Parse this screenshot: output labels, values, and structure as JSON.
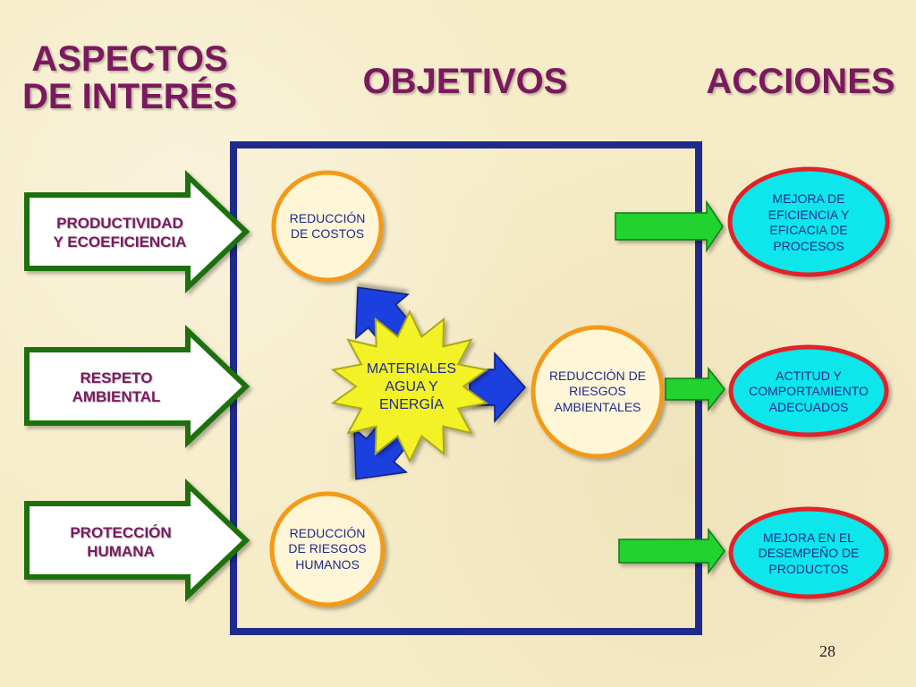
{
  "headers": {
    "aspectos": [
      "ASPECTOS",
      "DE INTERÉS"
    ],
    "objetivos": "OBJETIVOS",
    "acciones": "ACCIONES"
  },
  "aspects": [
    {
      "lines": [
        "PRODUCTIVIDAD",
        "Y ECOEFICIENCIA"
      ]
    },
    {
      "lines": [
        "RESPETO",
        "AMBIENTAL"
      ]
    },
    {
      "lines": [
        "PROTECCIÓN",
        "HUMANA"
      ]
    }
  ],
  "objectives": [
    {
      "lines": [
        "REDUCCIÓN",
        "DE COSTOS"
      ]
    },
    {
      "lines": [
        "REDUCCIÓN DE",
        "RIESGOS",
        "AMBIENTALES"
      ]
    },
    {
      "lines": [
        "REDUCCIÓN",
        "DE RIESGOS",
        "HUMANOS"
      ]
    }
  ],
  "center": {
    "lines": [
      "MATERIALES",
      "AGUA Y",
      "ENERGÍA"
    ]
  },
  "actions": [
    {
      "lines": [
        "MEJORA DE",
        "EFICIENCIA Y",
        "EFICACIA DE",
        "PROCESOS"
      ]
    },
    {
      "lines": [
        "ACTITUD Y",
        "COMPORTAMIENTO",
        "ADECUADOS"
      ]
    },
    {
      "lines": [
        "MEJORA EN EL",
        "DESEMPEÑO DE",
        "PRODUCTOS"
      ]
    }
  ],
  "page_number": "28",
  "colors": {
    "header": "#7a1a5e",
    "aspect_border": "#1b6f10",
    "frame": "#1f2a8c",
    "circle_fill": "#fff6d8",
    "circle_border": "#f39a16",
    "star_fill": "#f2f226",
    "blue_arrow": "#1f3fe0",
    "green_arrow": "#22d22f",
    "action_fill": "#10e6ea",
    "action_border": "#e0242a",
    "label_text": "#1f2a8c"
  }
}
